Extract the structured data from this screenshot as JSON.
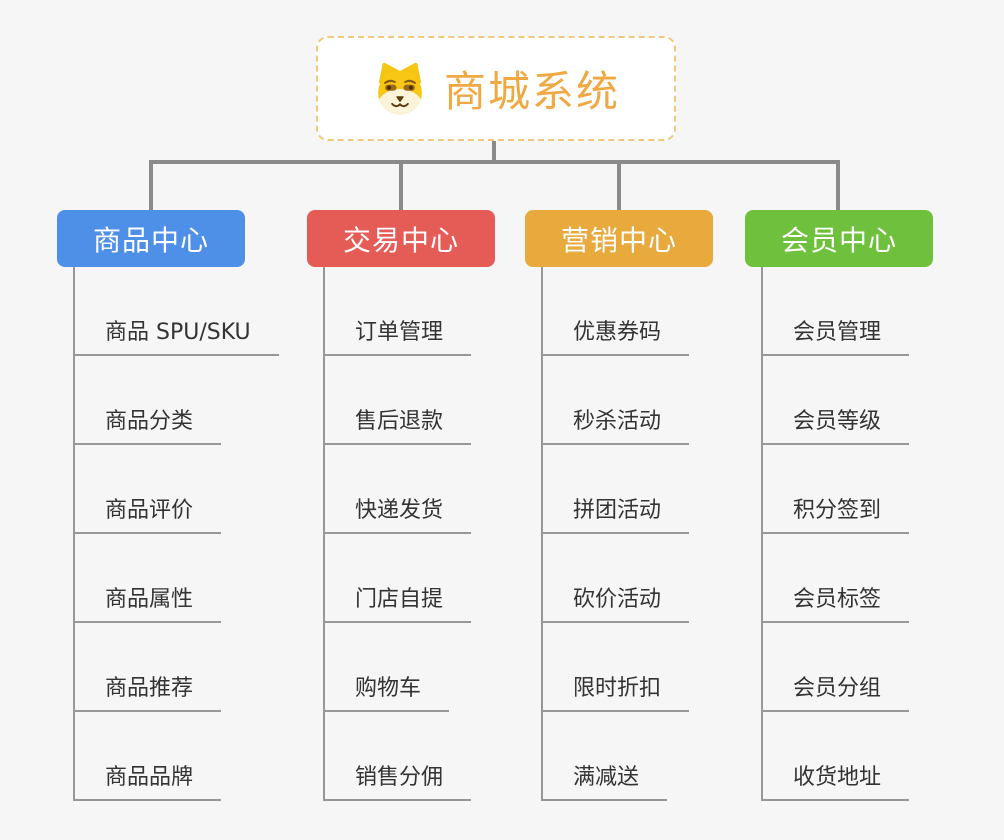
{
  "page": {
    "background": "#f5f6f5",
    "connector_color": "#8a8a8a"
  },
  "root": {
    "title": "商城系统",
    "icon": "doge-icon",
    "title_color": "#f0a843",
    "border_color": "#f3c77e"
  },
  "branches": [
    {
      "label": "商品中心",
      "color": "#4e8fe8",
      "items": [
        "商品 SPU/SKU",
        "商品分类",
        "商品评价",
        "商品属性",
        "商品推荐",
        "商品品牌"
      ]
    },
    {
      "label": "交易中心",
      "color": "#e55b56",
      "items": [
        "订单管理",
        "售后退款",
        "快递发货",
        "门店自提",
        "购物车",
        "销售分佣"
      ]
    },
    {
      "label": "营销中心",
      "color": "#e8a93d",
      "items": [
        "优惠券码",
        "秒杀活动",
        "拼团活动",
        "砍价活动",
        "限时折扣",
        "满减送"
      ]
    },
    {
      "label": "会员中心",
      "color": "#6fc13d",
      "items": [
        "会员管理",
        "会员等级",
        "积分签到",
        "会员标签",
        "会员分组",
        "收货地址"
      ]
    }
  ]
}
